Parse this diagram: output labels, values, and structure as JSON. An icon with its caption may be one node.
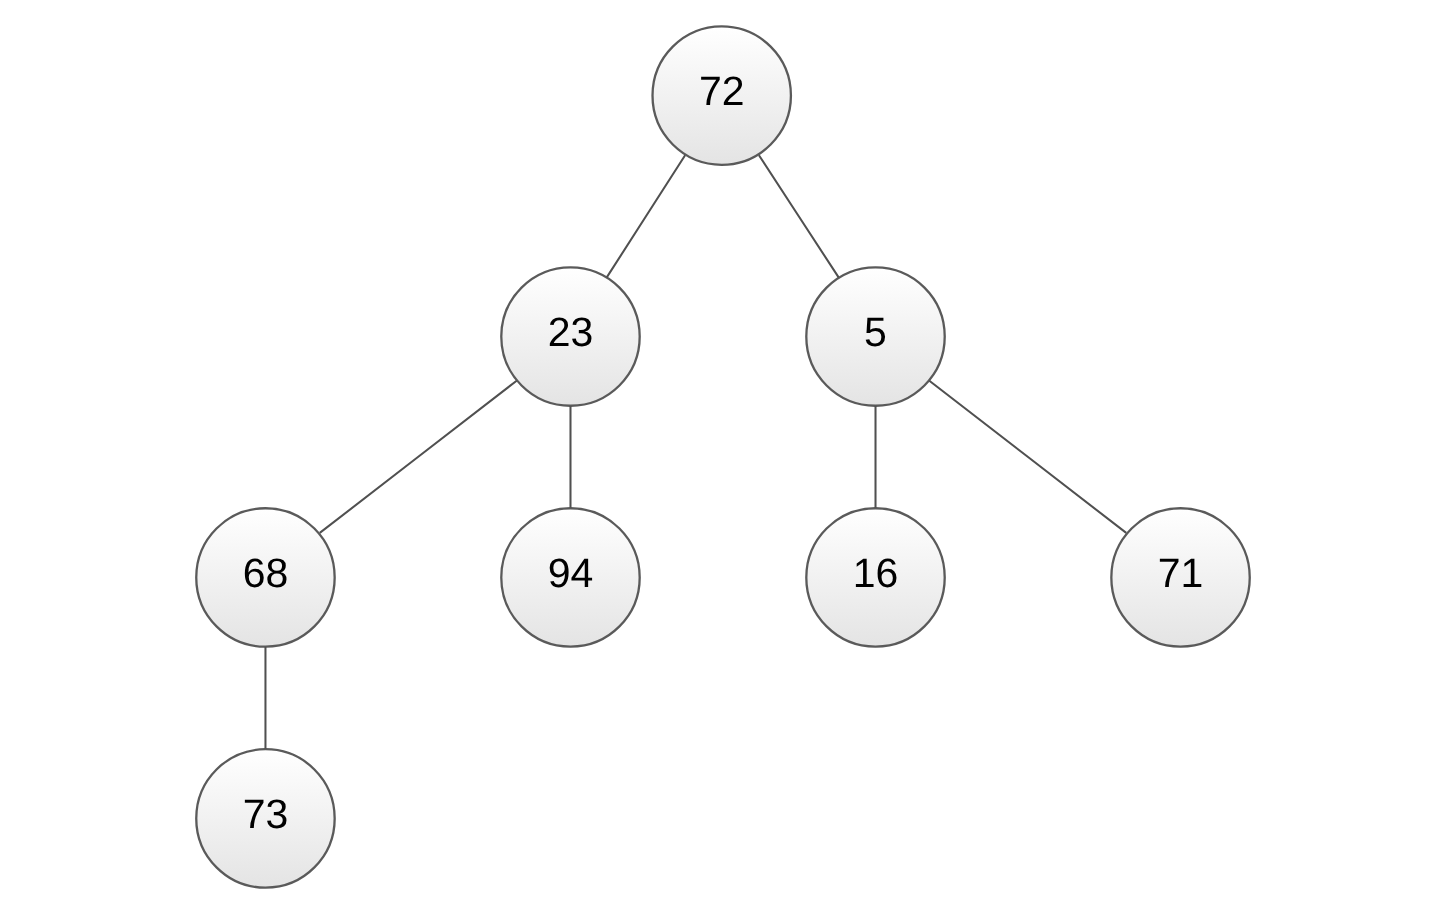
{
  "diagram": {
    "nodes": [
      {
        "text": [
          "72"
        ]
      },
      {
        "text": [
          "23"
        ]
      },
      {
        "text": [
          "5"
        ]
      },
      {
        "text": [
          "68"
        ]
      },
      {
        "text": [
          "94"
        ]
      },
      {
        "text": [
          "16"
        ]
      },
      {
        "text": [
          "71"
        ]
      },
      {
        "text": [
          "73"
        ]
      }
    ],
    "edges": [
      {
        "from": 0,
        "to": 1,
        "arrow": "none"
      },
      {
        "from": 0,
        "to": 2,
        "arrow": "none"
      },
      {
        "from": 1,
        "to": 3,
        "arrow": "none"
      },
      {
        "from": 1,
        "to": 4,
        "arrow": "none"
      },
      {
        "from": 2,
        "to": 5,
        "arrow": "none"
      },
      {
        "from": 2,
        "to": 6,
        "arrow": "none"
      },
      {
        "from": 3,
        "to": 7,
        "arrow": "none"
      }
    ]
  }
}
